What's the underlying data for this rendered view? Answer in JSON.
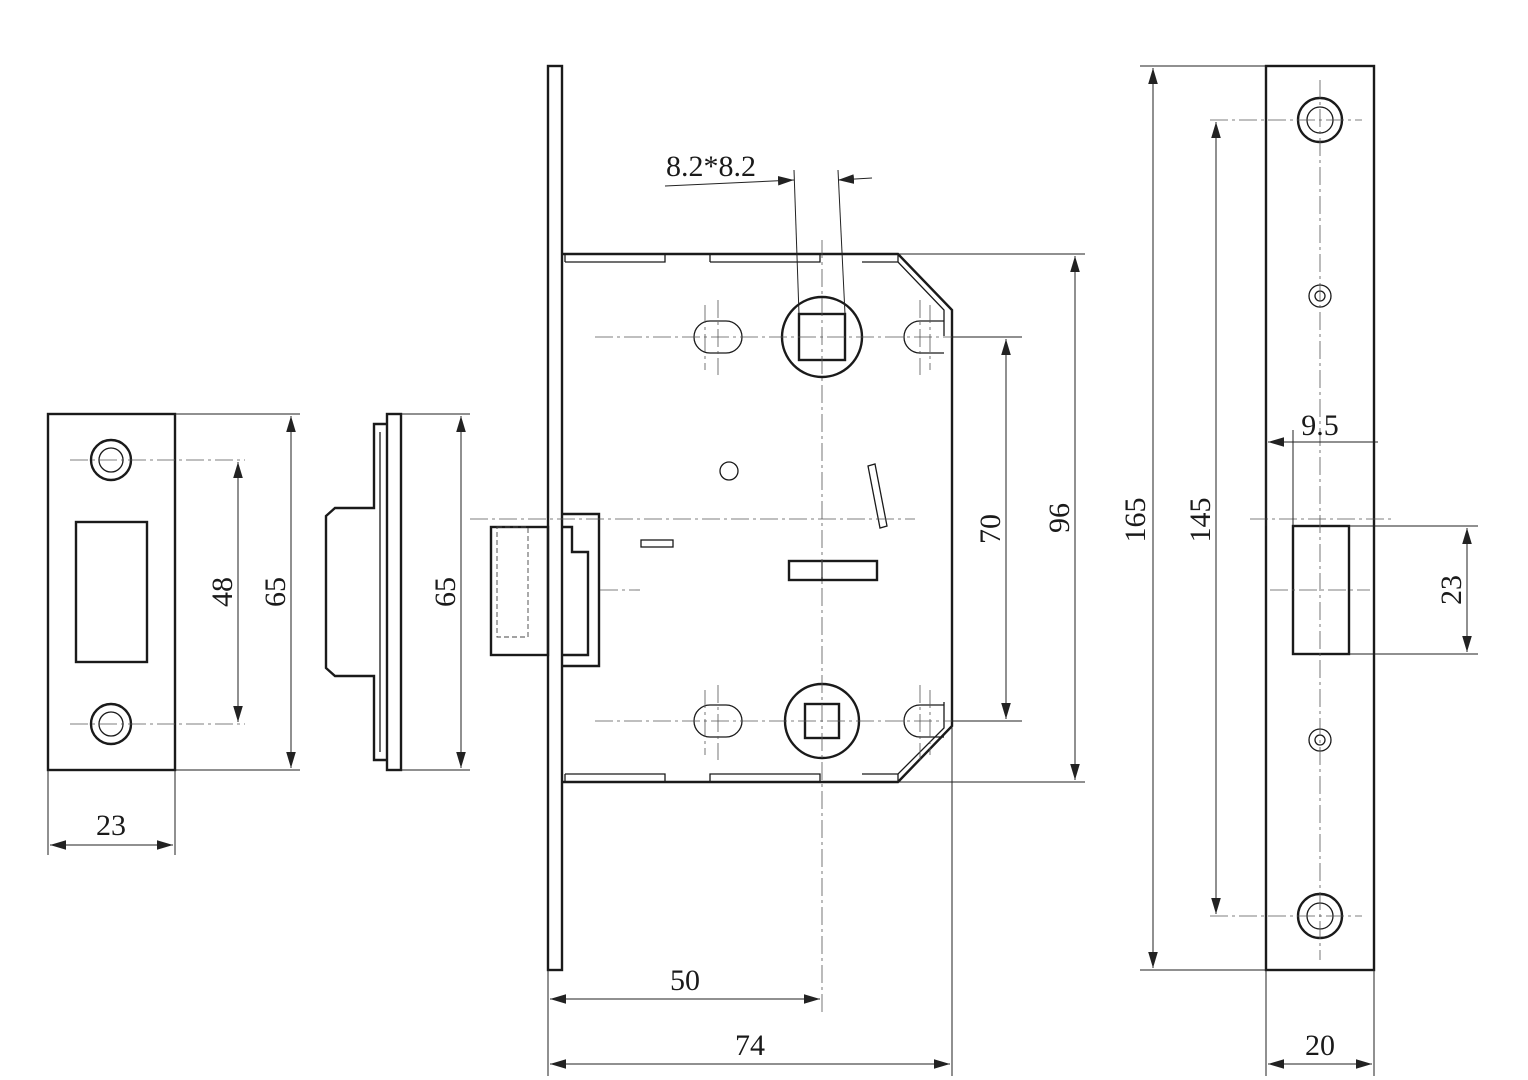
{
  "diagram": {
    "dimensions": {
      "spindle_square": "8.2*8.2",
      "strike_plate_width": "23",
      "strike_plate_hole_spacing": "48",
      "strike_plate_height": "65",
      "keeper_height": "65",
      "lock_backset": "50",
      "lock_body_depth": "74",
      "lock_spindle_spacing": "70",
      "lock_body_height": "96",
      "faceplate_height": "165",
      "faceplate_hole_spacing": "145",
      "faceplate_latch_offset": "9.5",
      "faceplate_latch_height": "23",
      "faceplate_width": "20"
    }
  }
}
